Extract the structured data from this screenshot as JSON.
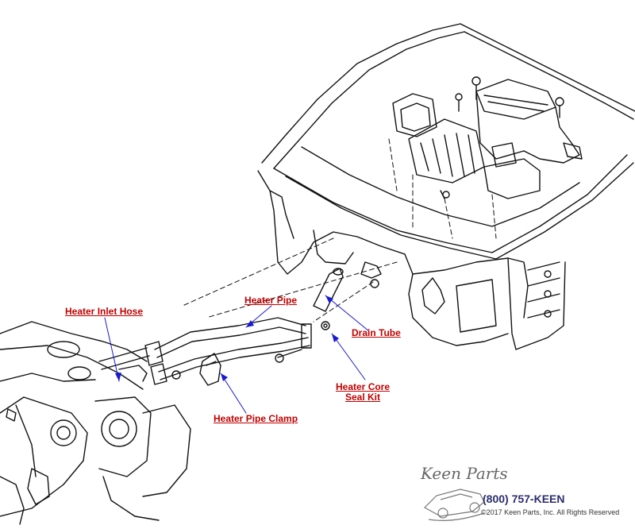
{
  "labels": {
    "heater_inlet_hose": "Heater Inlet Hose",
    "heater_pipe": "Heater Pipe",
    "drain_tube": "Drain Tube",
    "heater_core_seal_kit_line1": "Heater Core",
    "heater_core_seal_kit_line2": "Seal Kit",
    "heater_pipe_clamp": "Heater Pipe Clamp"
  },
  "brand": {
    "logo_text": "Keen Parts",
    "phone": "(800) 757-KEEN",
    "copyright": "©2017 Keen Parts, Inc. All Rights Reserved"
  },
  "colors": {
    "label": "#c00000",
    "leader": "#1a1ad0",
    "line_art": "#111111",
    "phone": "#2a2d6e"
  }
}
